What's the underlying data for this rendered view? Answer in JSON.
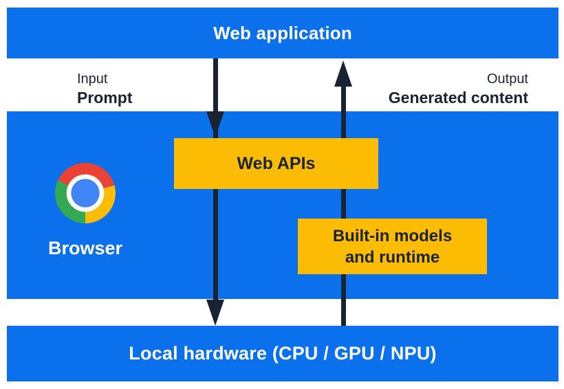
{
  "colors": {
    "blue": "#0B70EC",
    "yellow": "#FCBC04",
    "navy": "#1A2333",
    "logo_red": "#EA4335",
    "logo_yellow": "#FBBC05",
    "logo_green": "#34A853",
    "logo_blue": "#4285F4"
  },
  "top_bar": {
    "label": "Web application"
  },
  "flow_labels": {
    "input_caption": "Input",
    "input_label": "Prompt",
    "output_caption": "Output",
    "output_label": "Generated content"
  },
  "browser_section": {
    "logo_icon": "chrome-logo",
    "browser_label": "Browser",
    "web_apis_label": "Web APIs",
    "builtin_models_line1": "Built-in models",
    "builtin_models_line2": "and runtime"
  },
  "bottom_bar": {
    "label": "Local hardware (CPU / GPU / NPU)"
  },
  "arrows": {
    "down_arrow": "prompt-flow-down",
    "up_arrow": "generated-content-flow-up"
  }
}
